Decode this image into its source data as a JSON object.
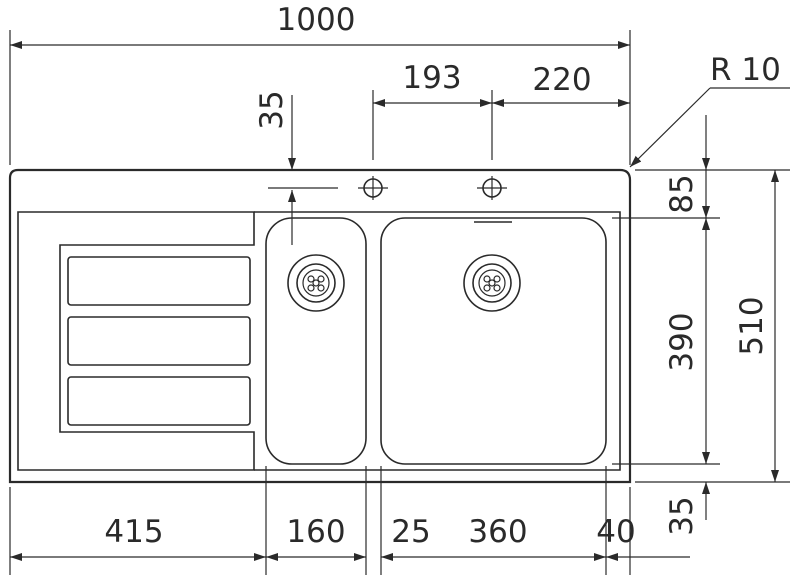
{
  "drawing": {
    "radius_label": "R 10",
    "dims": {
      "total_width": "1000",
      "tap_hole_spacing": "193",
      "tap_hole_right": "220",
      "tap_hole_top_offset": "35",
      "top_to_bowl": "85",
      "bowl_depth": "390",
      "total_depth": "510",
      "bottom_margin": "35",
      "drainer_width": "415",
      "small_bowl_width": "160",
      "bowl_gap": "25",
      "large_bowl_width": "360",
      "right_margin": "40"
    },
    "colors": {
      "line": "#2a2a2a",
      "background": "#ffffff"
    }
  }
}
